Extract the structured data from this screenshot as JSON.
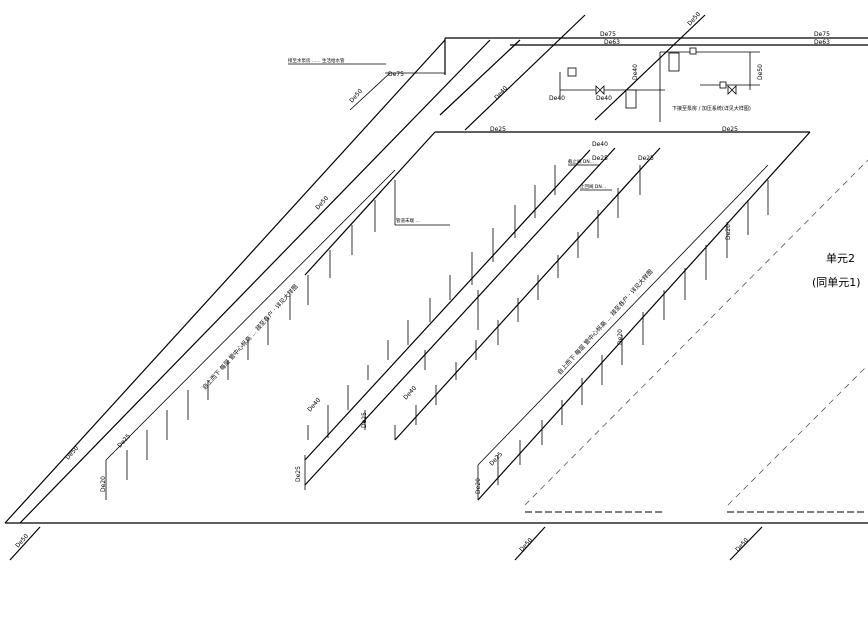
{
  "unit": {
    "title": "单元2",
    "subtitle": "(同单元1)"
  },
  "pipe_labels": {
    "de75": "De75",
    "de63": "De63",
    "de50": "De50",
    "de40": "De40",
    "de25": "De25",
    "de20": "De20"
  },
  "notes": {
    "supply_line": "接至水泵房 ...... 生活给水管",
    "equipment": "下接至泵房 / 加压系统(详见大样图)",
    "branch_desc_a": "自上而下 每层 管中心标高 ... 接至各户 · 详见大样图",
    "branch_desc_b": "自上而下 每层 管中心标高 ... 接至各户 · 详见大样图",
    "valve_note_a": "截止阀 DN...",
    "valve_note_b": "止回阀 DN...",
    "branch_note": "管道末端 ..."
  }
}
